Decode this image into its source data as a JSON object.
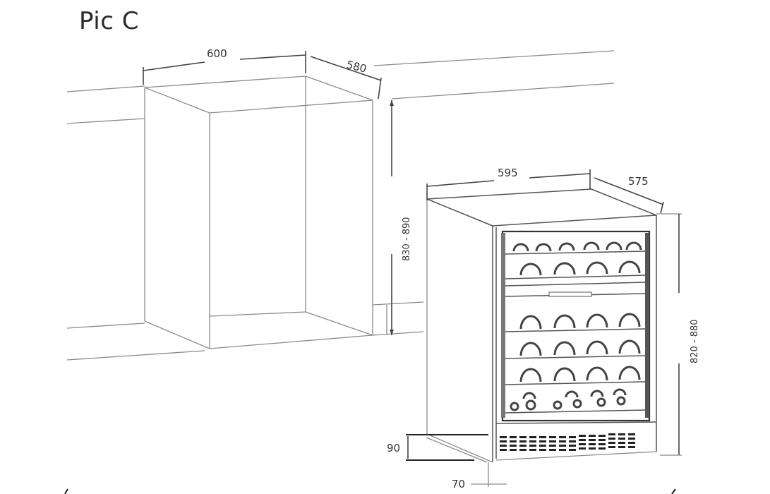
{
  "title": "Pic C",
  "niche": {
    "width_label": "600",
    "depth_label": "580",
    "height_label": "830 - 890"
  },
  "appliance": {
    "name": "wine cooler",
    "width_label": "595",
    "depth_label": "575",
    "height_label": "820 - 880",
    "plinth_height_label": "90",
    "plinth_recess_label": "70",
    "shelf_rows": 6,
    "bottles_per_row": 4
  },
  "colors": {
    "line": "#8a8a8a",
    "dark_line": "#222222",
    "background": "#ffffff"
  }
}
